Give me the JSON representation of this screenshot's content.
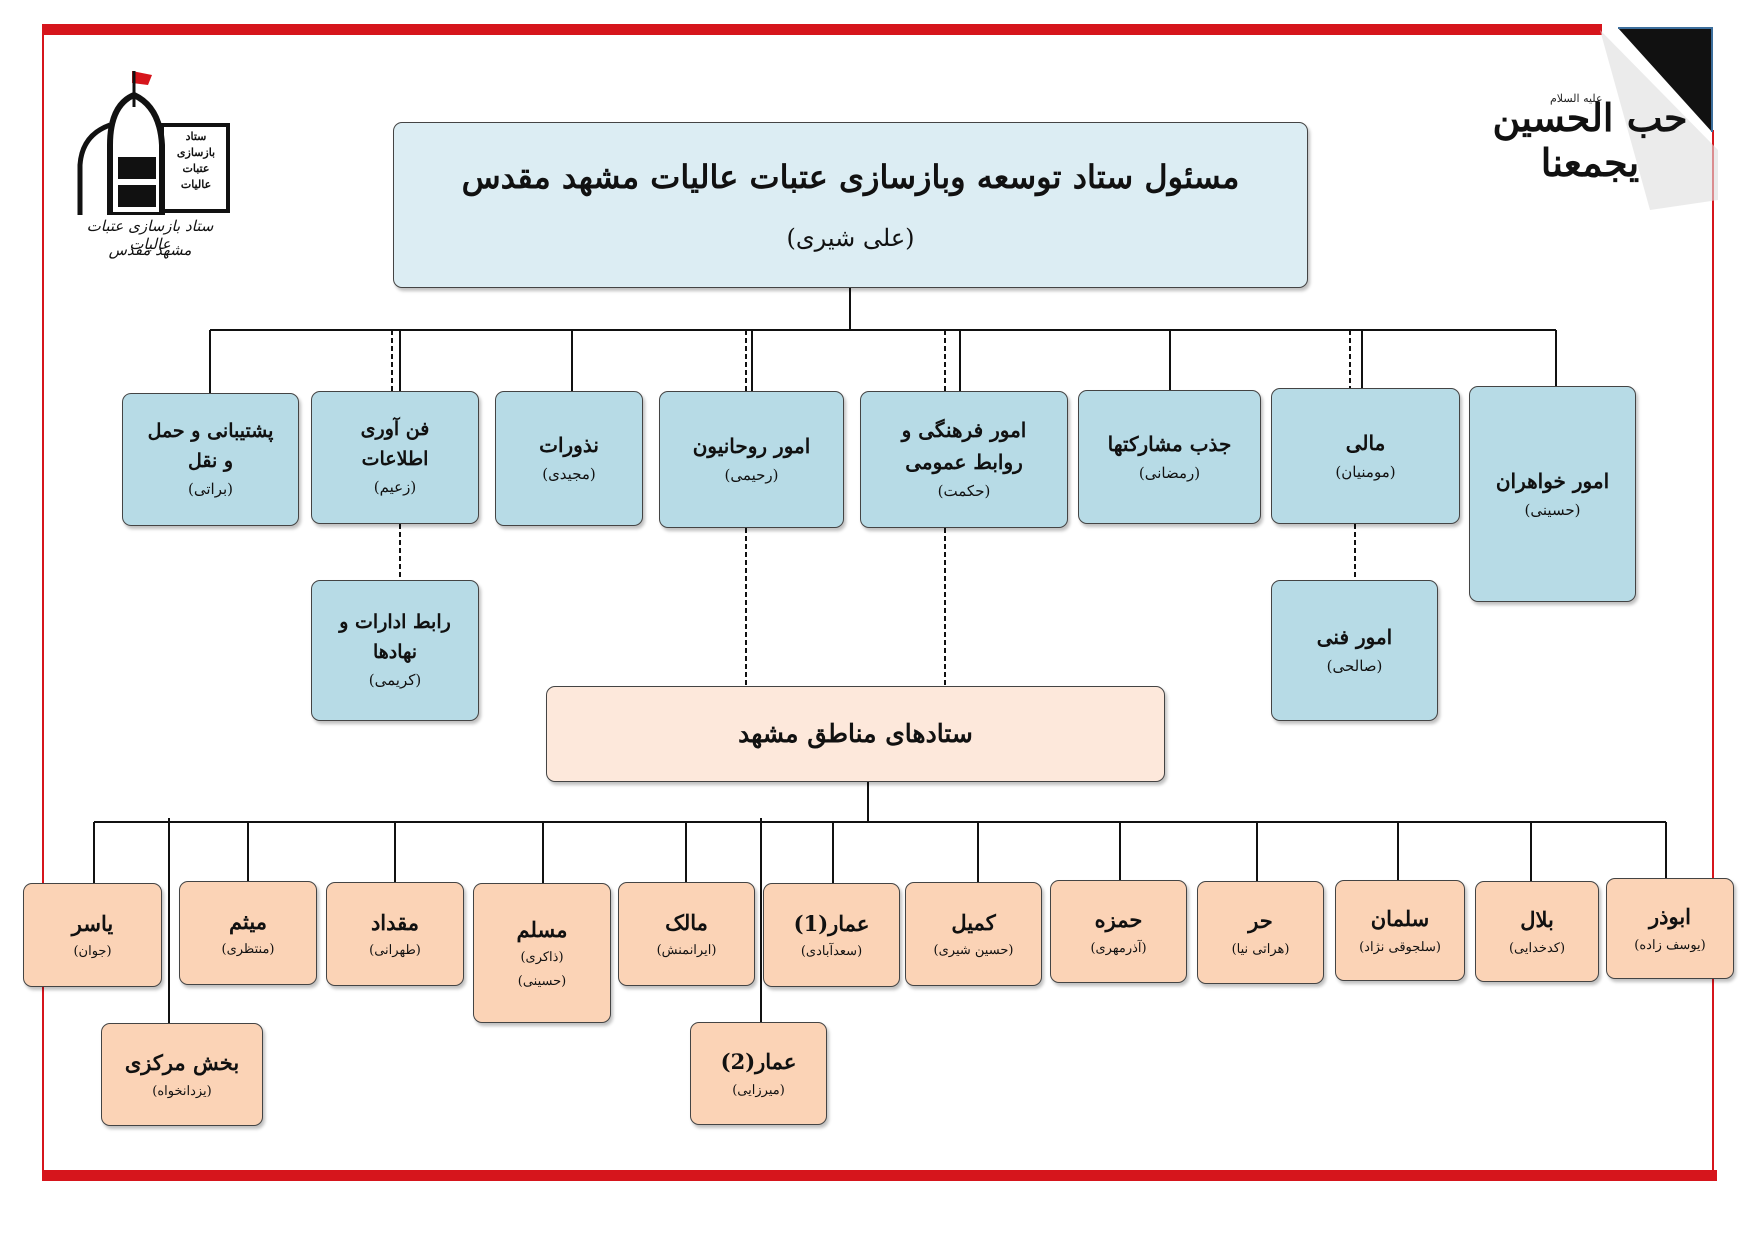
{
  "colors": {
    "frame_red": "#d6151c",
    "box_blue": "#b7dbe6",
    "box_peach": "#fbd3b6",
    "box_peach_light": "#fde8db",
    "corner_black": "#111111"
  },
  "header": {
    "motto": "حب الحسین یجمعنا",
    "motto_mark": "علیه السلام",
    "logo_icon": "shrine-dome-flag-icon",
    "logo_box": [
      "ستاد",
      "بازسازی",
      "عتبات",
      "عالیات"
    ],
    "logo_caption_1": "ستاد بازسازی عتبات عالیات",
    "logo_caption_2": "مشهد مقدس"
  },
  "chart": {
    "root": {
      "title": "مسئول ستاد توسعه وبازسازی عتبات عالیات مشهد مقدس",
      "person": "(علی شیری)"
    },
    "departments": [
      {
        "title": "امور خواهران",
        "person": "(حسینی)"
      },
      {
        "title": "مالی",
        "person": "(مومنیان)"
      },
      {
        "title": "جذب مشارکتها",
        "person": "(رمضانی)"
      },
      {
        "title_1": "امور فرهنگی و",
        "title_2": "روابط عمومی",
        "person": "(حکمت)"
      },
      {
        "title": "امور روحانیون",
        "person": "(رحیمی)"
      },
      {
        "title": "نذورات",
        "person": "(مجیدی)"
      },
      {
        "title_1": "فن آوری",
        "title_2": "اطلاعات",
        "person": "(زعیم)"
      },
      {
        "title_1": "پشتیبانی و حمل",
        "title_2": "و نقل",
        "person": "(براتی)"
      }
    ],
    "sub_units": [
      {
        "title": "امور فنی",
        "person": "(صالحی)"
      },
      {
        "title_1": "رابط ادارات و",
        "title_2": "نهادها",
        "person": "(کریمی)"
      }
    ],
    "hq": {
      "title": "ستادهای مناطق مشهد"
    },
    "zones": [
      {
        "title": "ابوذر",
        "person": "(یوسف زاده)"
      },
      {
        "title": "بلال",
        "person": "(کدخدایی)"
      },
      {
        "title": "سلمان",
        "person": "(سلجوقی نژاد)"
      },
      {
        "title": "حر",
        "person": "(هراتی نیا)"
      },
      {
        "title": "حمزه",
        "person": "(آذرمهری)"
      },
      {
        "title": "کمیل",
        "person": "(حسین شیری)"
      },
      {
        "title": "عمار(1)",
        "person": "(سعدآبادی)"
      },
      {
        "title": "مالک",
        "person": "(ایرانمنش)"
      },
      {
        "title": "مسلم",
        "person_1": "(ذاکری)",
        "person_2": "(حسینی)"
      },
      {
        "title": "مقداد",
        "person": "(طهرانی)"
      },
      {
        "title": "میثم",
        "person": "(منتظری)"
      },
      {
        "title": "یاسر",
        "person": "(جوان)"
      }
    ],
    "zones_lower": [
      {
        "title": "بخش مرکزی",
        "person": "(یزدانخواه)"
      },
      {
        "title": "عمار(2)",
        "person": "(میرزایی)"
      }
    ]
  }
}
